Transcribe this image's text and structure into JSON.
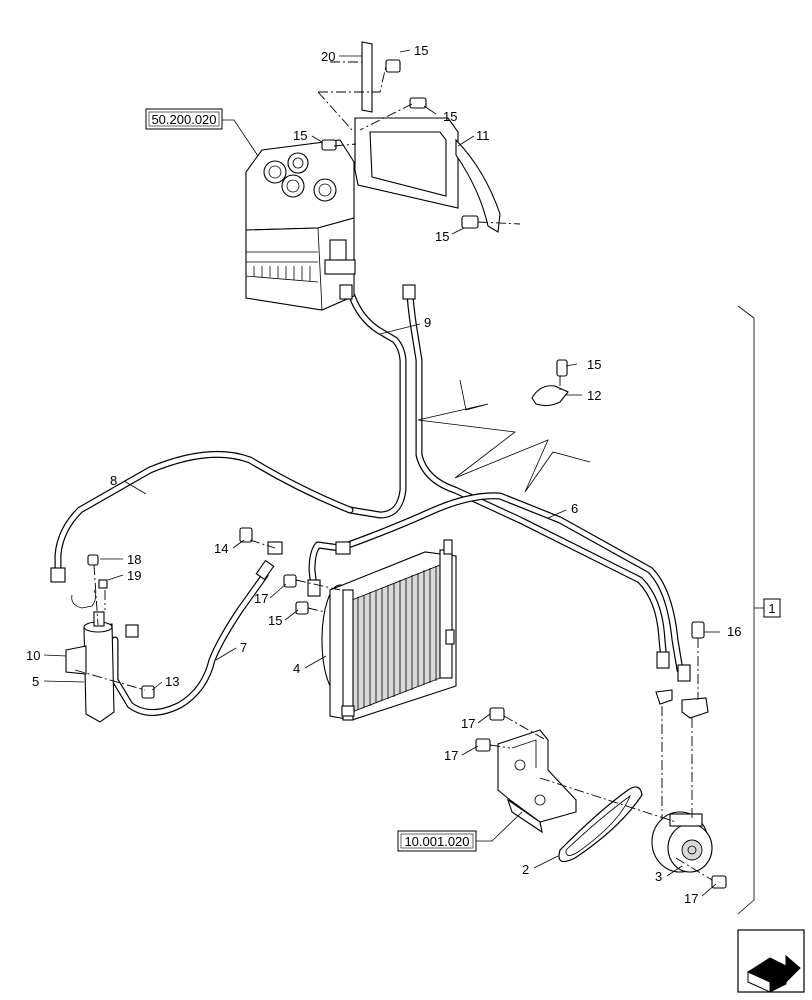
{
  "references": {
    "heater": "50.200.020",
    "bracket": "10.001.020",
    "group": "1"
  },
  "callouts": [
    {
      "id": "c20",
      "text": "20"
    },
    {
      "id": "c15a",
      "text": "15"
    },
    {
      "id": "c15b",
      "text": "15"
    },
    {
      "id": "c15c",
      "text": "15"
    },
    {
      "id": "c11",
      "text": "11"
    },
    {
      "id": "c15d",
      "text": "15"
    },
    {
      "id": "c9",
      "text": "9"
    },
    {
      "id": "c15e",
      "text": "15"
    },
    {
      "id": "c12",
      "text": "12"
    },
    {
      "id": "c8",
      "text": "8"
    },
    {
      "id": "c6",
      "text": "6"
    },
    {
      "id": "c14",
      "text": "14"
    },
    {
      "id": "c18",
      "text": "18"
    },
    {
      "id": "c19",
      "text": "19"
    },
    {
      "id": "c17a",
      "text": "17"
    },
    {
      "id": "c15f",
      "text": "15"
    },
    {
      "id": "c16",
      "text": "16"
    },
    {
      "id": "c10",
      "text": "10"
    },
    {
      "id": "c7",
      "text": "7"
    },
    {
      "id": "c4",
      "text": "4"
    },
    {
      "id": "c5",
      "text": "5"
    },
    {
      "id": "c13",
      "text": "13"
    },
    {
      "id": "c17b",
      "text": "17"
    },
    {
      "id": "c17c",
      "text": "17"
    },
    {
      "id": "c2",
      "text": "2"
    },
    {
      "id": "c3",
      "text": "3"
    },
    {
      "id": "c17d",
      "text": "17"
    }
  ],
  "icons": {
    "next_page": "next-page-arrow-icon"
  }
}
